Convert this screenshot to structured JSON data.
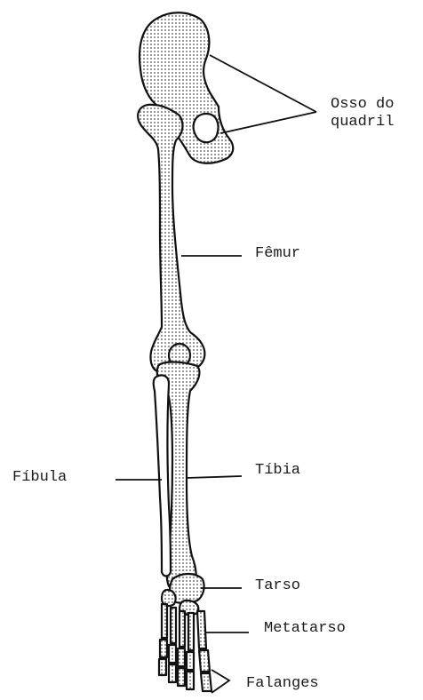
{
  "labels": {
    "hip": [
      "Osso do",
      "quadril"
    ],
    "femur": "Fêmur",
    "fibula": "Fíbula",
    "tibia": "Tíbia",
    "tarsus": "Tarso",
    "metatarsus": "Metatarso",
    "phalanges": "Falanges"
  },
  "colors": {
    "ink": "#111111",
    "paper": "#ffffff"
  }
}
